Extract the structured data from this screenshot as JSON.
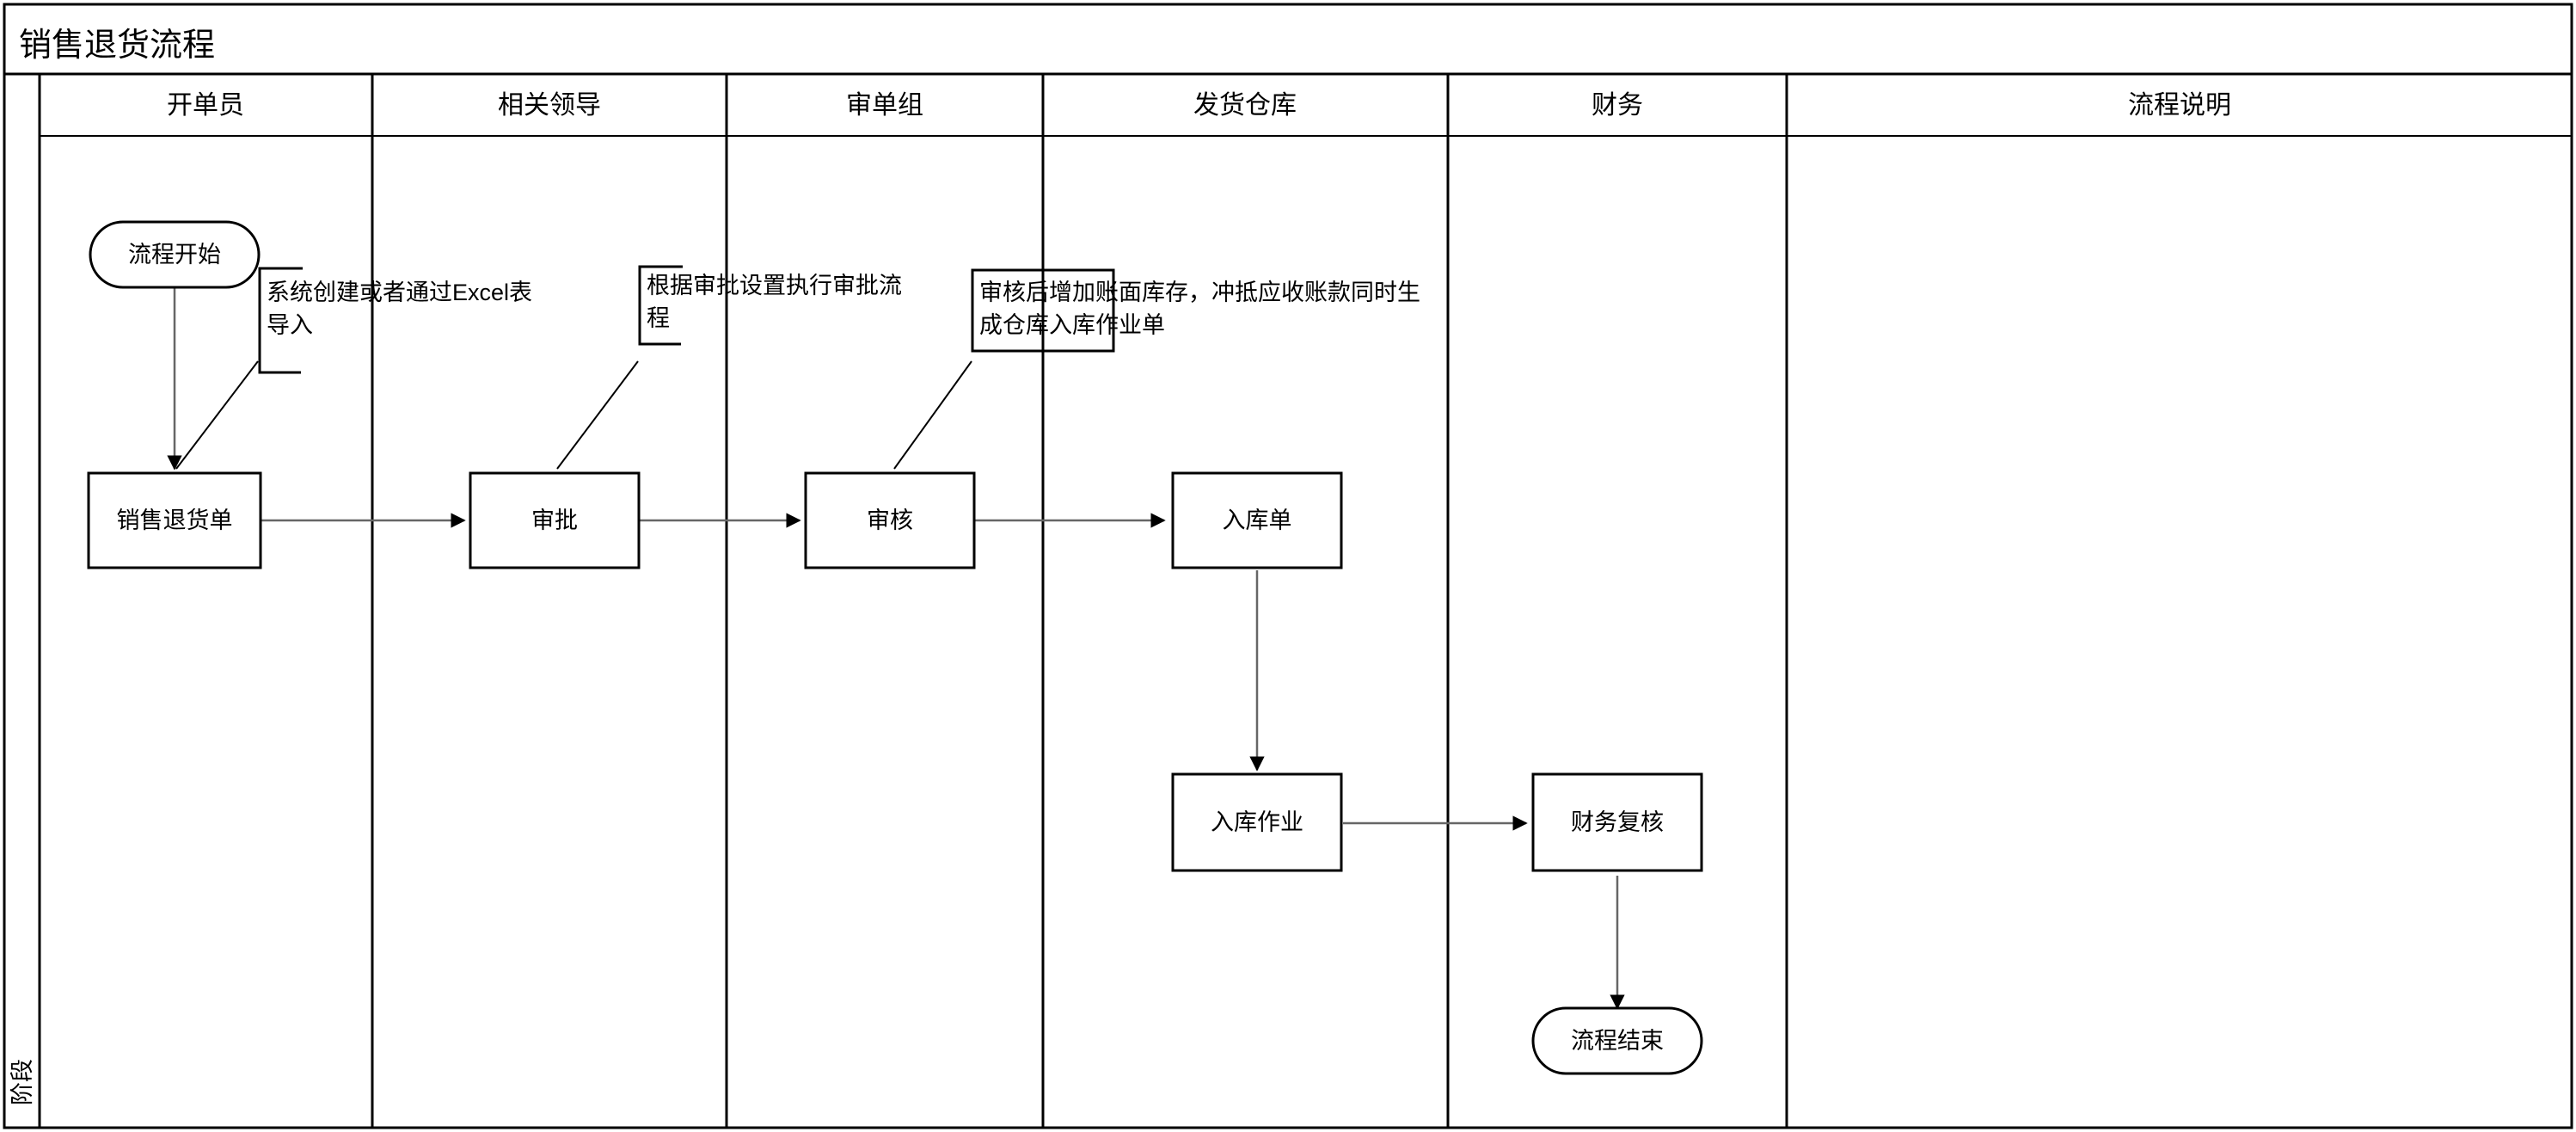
{
  "diagram": {
    "title": "销售退货流程",
    "phase_label": "阶段",
    "type": "swimlane-flowchart",
    "lanes": [
      {
        "id": "lane-kaidanyuan",
        "label": "开单员"
      },
      {
        "id": "lane-xiangguanlingdao",
        "label": "相关领导"
      },
      {
        "id": "lane-shendanzu",
        "label": "审单组"
      },
      {
        "id": "lane-fahuocangku",
        "label": "发货仓库"
      },
      {
        "id": "lane-caiwu",
        "label": "财务"
      },
      {
        "id": "lane-liuchengshuoming",
        "label": "流程说明"
      }
    ],
    "nodes": [
      {
        "id": "start",
        "label": "流程开始",
        "shape": "stadium",
        "lane": "开单员"
      },
      {
        "id": "return-order",
        "label": "销售退货单",
        "shape": "rect",
        "lane": "开单员"
      },
      {
        "id": "approve",
        "label": "审批",
        "shape": "rect",
        "lane": "相关领导"
      },
      {
        "id": "audit",
        "label": "审核",
        "shape": "rect",
        "lane": "审单组"
      },
      {
        "id": "inbound-order",
        "label": "入库单",
        "shape": "rect",
        "lane": "发货仓库"
      },
      {
        "id": "inbound-task",
        "label": "入库作业",
        "shape": "rect",
        "lane": "发货仓库"
      },
      {
        "id": "finance-review",
        "label": "财务复核",
        "shape": "rect",
        "lane": "财务"
      },
      {
        "id": "end",
        "label": "流程结束",
        "shape": "stadium",
        "lane": "财务"
      }
    ],
    "notes": [
      {
        "id": "note-1",
        "text_line1": "系统创建或者通过Excel表",
        "text_line2": "导入",
        "attached_to": "return-order"
      },
      {
        "id": "note-2",
        "text_line1": "根据审批设置执行审批流",
        "text_line2": "程",
        "attached_to": "approve"
      },
      {
        "id": "note-3",
        "text_line1": "审核后增加账面库存，冲抵应收账款同时生",
        "text_line2": "成仓库入库作业单",
        "attached_to": "audit"
      }
    ],
    "edges": [
      {
        "from": "start",
        "to": "return-order",
        "type": "vertical-arrow"
      },
      {
        "from": "return-order",
        "to": "approve",
        "type": "horizontal-arrow"
      },
      {
        "from": "approve",
        "to": "audit",
        "type": "horizontal-arrow"
      },
      {
        "from": "audit",
        "to": "inbound-order",
        "type": "horizontal-arrow"
      },
      {
        "from": "inbound-order",
        "to": "inbound-task",
        "type": "vertical-arrow"
      },
      {
        "from": "inbound-task",
        "to": "finance-review",
        "type": "horizontal-arrow"
      },
      {
        "from": "finance-review",
        "to": "end",
        "type": "vertical-arrow"
      }
    ],
    "colors": {
      "border": "#000000",
      "node_stroke": "#000000",
      "node_fill": "#ffffff",
      "connector": "#666666",
      "note_stroke": "#000000",
      "background": "#ffffff"
    }
  }
}
